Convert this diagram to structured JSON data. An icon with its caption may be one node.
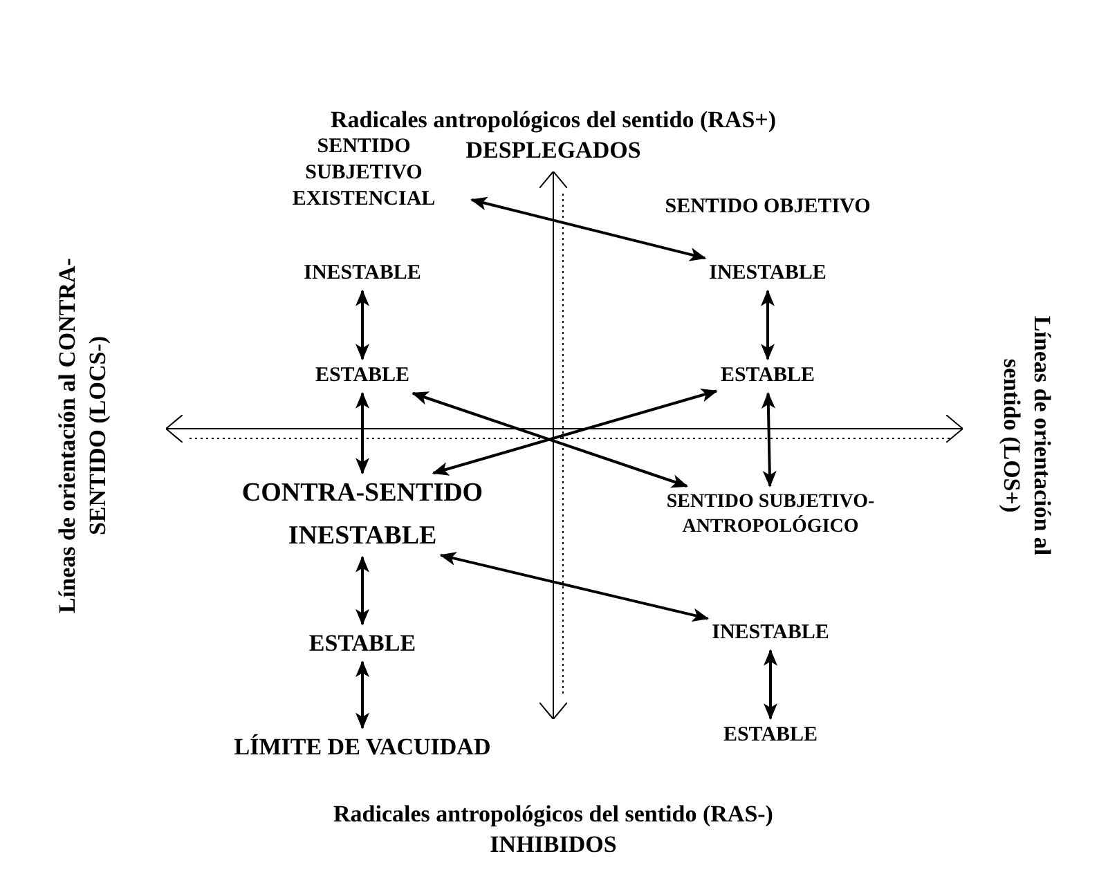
{
  "diagram": {
    "nodes": [
      {
        "text": [
          "SENTIDO SUBJETIVO EXISTENCIAL"
        ]
      },
      {
        "text": [
          "SENTIDO OBJETIVO"
        ]
      },
      {
        "text": [
          "INESTABLE"
        ]
      },
      {
        "text": [
          "INESTABLE"
        ]
      },
      {
        "text": [
          "ESTABLE"
        ]
      },
      {
        "text": [
          "ESTABLE"
        ]
      },
      {
        "text": [
          "CONTRA-SENTIDO"
        ]
      },
      {
        "text": [
          "SENTIDO SUBJETIVO-ANTROPOLÓGICO"
        ]
      },
      {
        "text": [
          "INESTABLE"
        ]
      },
      {
        "text": [
          "ESTABLE"
        ]
      },
      {
        "text": [
          "INESTABLE"
        ]
      },
      {
        "text": [
          "LÍMITE DE VACUIDAD"
        ]
      },
      {
        "text": [
          "ESTABLE"
        ]
      }
    ],
    "edges": [
      {
        "from": 0,
        "to": 3,
        "arrow": "both"
      },
      {
        "from": 2,
        "to": 4,
        "arrow": "both"
      },
      {
        "from": 3,
        "to": 5,
        "arrow": "both"
      },
      {
        "from": 4,
        "to": 7,
        "arrow": "both"
      },
      {
        "from": 5,
        "to": 6,
        "arrow": "both"
      },
      {
        "from": 4,
        "to": 6,
        "arrow": "both"
      },
      {
        "from": 5,
        "to": 7,
        "arrow": "both"
      },
      {
        "from": 8,
        "to": 9,
        "arrow": "both"
      },
      {
        "from": 8,
        "to": 10,
        "arrow": "both"
      },
      {
        "from": 10,
        "to": 12,
        "arrow": "both"
      },
      {
        "from": 9,
        "to": 11,
        "arrow": "both"
      }
    ],
    "labels": [
      "Radicales antropológicos del sentido (RAS+) DESPLEGADOS",
      "Líneas de orientación al CONTRA-SENTIDO (LOCS-)",
      "Líneas de orientación al sentido (LOS+)",
      "Radicales antropológicos del sentido (RAS-) INHIBIDOS"
    ]
  }
}
